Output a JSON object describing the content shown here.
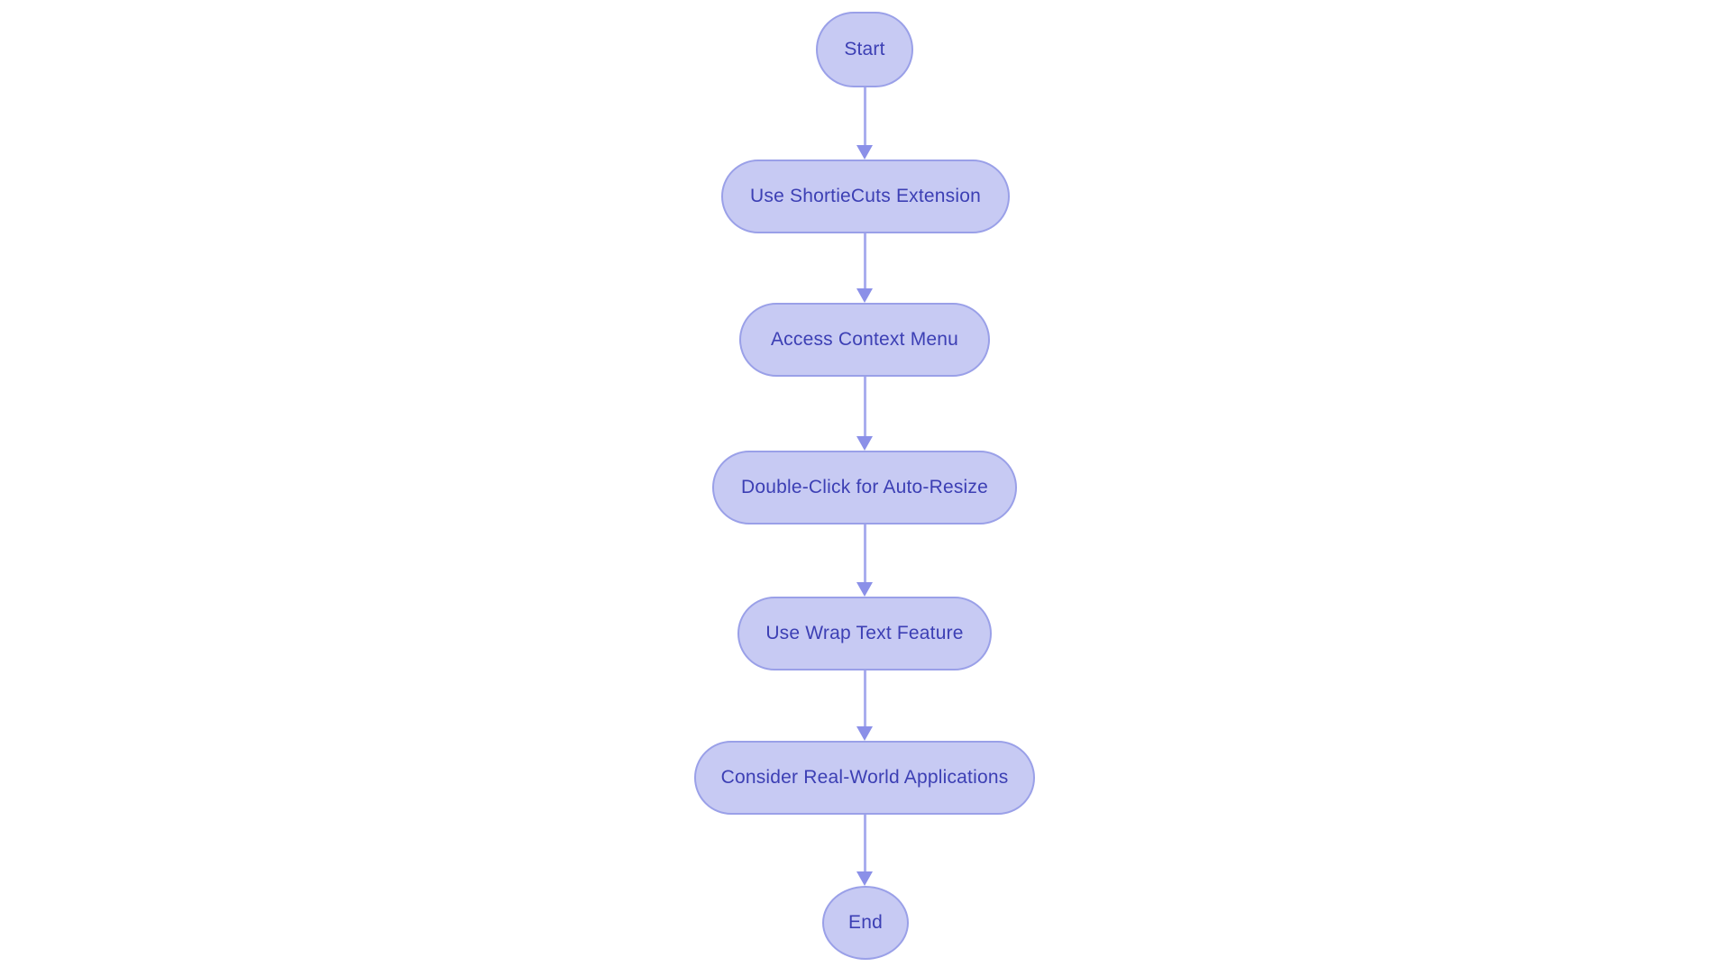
{
  "diagram": {
    "type": "flowchart",
    "direction": "top-down",
    "background_color": "#ffffff",
    "node_fill_color": "#c7caf3",
    "node_border_color": "#9aa0e8",
    "node_text_color": "#3c3fb4",
    "connector_line_color": "#a9adee",
    "arrowhead_color": "#8b90e8",
    "nodes": [
      {
        "id": "start",
        "label": "Start",
        "shape": "circle"
      },
      {
        "id": "ext",
        "label": "Use ShortieCuts Extension",
        "shape": "stadium"
      },
      {
        "id": "menu",
        "label": "Access Context Menu",
        "shape": "stadium"
      },
      {
        "id": "click",
        "label": "Double-Click for Auto-Resize",
        "shape": "stadium"
      },
      {
        "id": "wrap",
        "label": "Use Wrap Text Feature",
        "shape": "stadium"
      },
      {
        "id": "apps",
        "label": "Consider Real-World Applications",
        "shape": "stadium"
      },
      {
        "id": "end",
        "label": "End",
        "shape": "circle"
      }
    ],
    "edges": [
      {
        "from": "start",
        "to": "ext"
      },
      {
        "from": "ext",
        "to": "menu"
      },
      {
        "from": "menu",
        "to": "click"
      },
      {
        "from": "click",
        "to": "wrap"
      },
      {
        "from": "wrap",
        "to": "apps"
      },
      {
        "from": "apps",
        "to": "end"
      }
    ]
  }
}
